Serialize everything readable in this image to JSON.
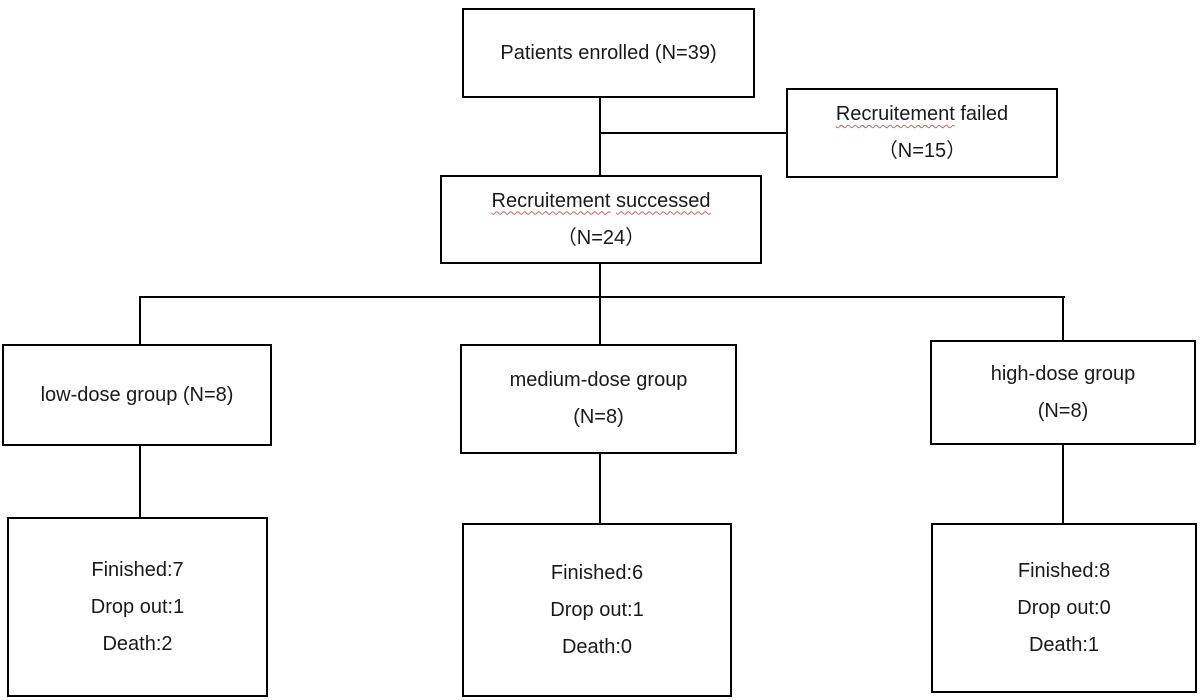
{
  "colors": {
    "background": "#ffffff",
    "border": "#000000",
    "text": "#1a1a1a",
    "spellcheck_underline": "#c86464"
  },
  "flowchart": {
    "enrolled": {
      "label": "Patients enrolled (N=39)"
    },
    "recruitment_failed": {
      "misspelled_word": "Recruitement",
      "rest": " failed",
      "count": "（N=15）"
    },
    "recruitment_successed": {
      "word1": "Recruitement",
      "word2": "successed",
      "count": "（N=24）"
    },
    "groups": [
      {
        "id": "low",
        "label_lines": [
          "low-dose group (N=8)"
        ],
        "outcome_lines": [
          "Finished:7",
          "Drop out:1",
          "Death:2"
        ]
      },
      {
        "id": "medium",
        "label_lines": [
          "medium-dose group",
          "(N=8)"
        ],
        "outcome_lines": [
          "Finished:6",
          "Drop out:1",
          "Death:0"
        ]
      },
      {
        "id": "high",
        "label_lines": [
          "high-dose group",
          "(N=8)"
        ],
        "outcome_lines": [
          "Finished:8",
          "Drop out:0",
          "Death:1"
        ]
      }
    ]
  }
}
